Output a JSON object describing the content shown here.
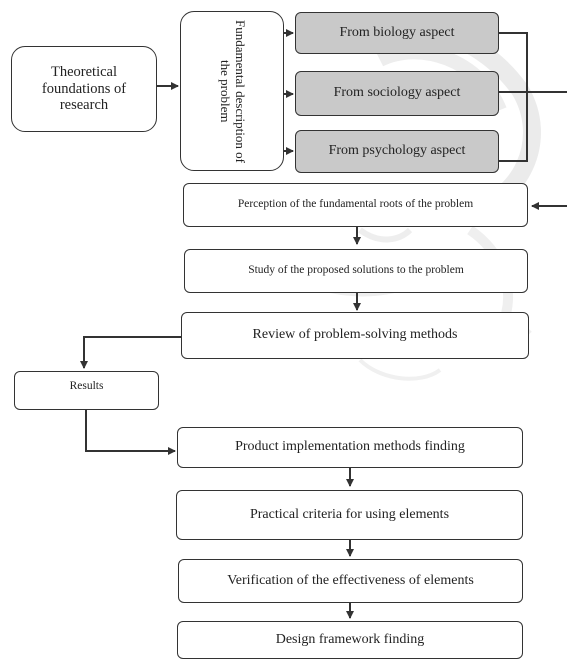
{
  "nodes": {
    "theoretical": "Theoretical foundations of research",
    "fundamental": "Fundamental description of the problem",
    "biology": "From biology aspect",
    "sociology": "From sociology aspect",
    "psychology": "From psychology aspect",
    "perception": "Perception of the fundamental roots of the problem",
    "study": "Study of the proposed solutions to the problem",
    "review": "Review of problem-solving methods",
    "results": "Results",
    "product": "Product implementation methods finding",
    "practical": "Practical criteria for using elements",
    "verification": "Verification of the effectiveness of elements",
    "design": "Design framework finding"
  },
  "colors": {
    "stroke": "#333333",
    "aspect_fill": "#c9c9c9",
    "watermark": "#e6e6e6"
  }
}
